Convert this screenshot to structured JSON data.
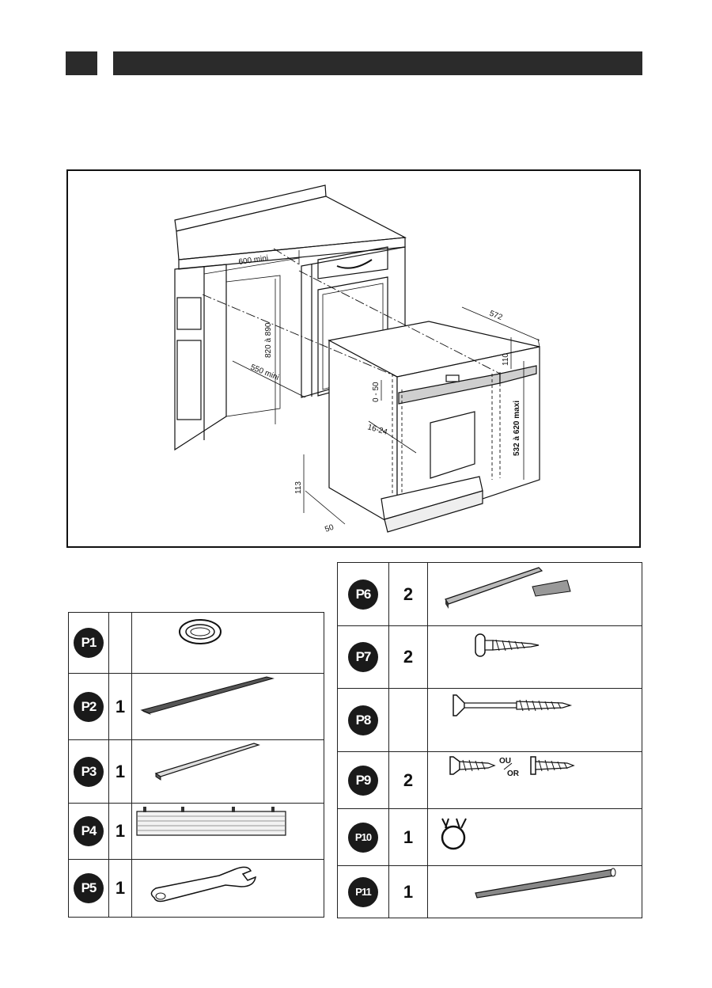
{
  "diagram": {
    "dimensions": {
      "width_min": "600 mini",
      "height_range": "820 à 890",
      "depth_min": "550 mini",
      "depth": "572",
      "top_gap": "110",
      "front_gap": "0 - 50",
      "side_gap": "16-24",
      "height_max": "532 à 620 maxi",
      "plinth_height": "113",
      "plinth_depth": "50"
    }
  },
  "parts_left": [
    {
      "code": "P1",
      "qty": "",
      "icon": "grommet-icon"
    },
    {
      "code": "P2",
      "qty": "1",
      "icon": "insulation-strip-icon"
    },
    {
      "code": "P3",
      "qty": "1",
      "icon": "batten-strip-icon"
    },
    {
      "code": "P4",
      "qty": "1",
      "icon": "plinth-bar-icon"
    },
    {
      "code": "P5",
      "qty": "1",
      "icon": "wrench-icon"
    }
  ],
  "parts_right": [
    {
      "code": "P6",
      "qty": "2",
      "icon": "side-trim-icon"
    },
    {
      "code": "P7",
      "qty": "2",
      "icon": "round-head-screw-icon"
    },
    {
      "code": "P8",
      "qty": "",
      "icon": "long-screw-icon"
    },
    {
      "code": "P9",
      "qty": "2",
      "icon": "screw-pair-icon",
      "ou": "OU",
      "or": "OR"
    },
    {
      "code": "P10",
      "qty": "1",
      "icon": "hose-clamp-icon"
    },
    {
      "code": "P11",
      "qty": "1",
      "icon": "seal-strip-icon"
    }
  ]
}
